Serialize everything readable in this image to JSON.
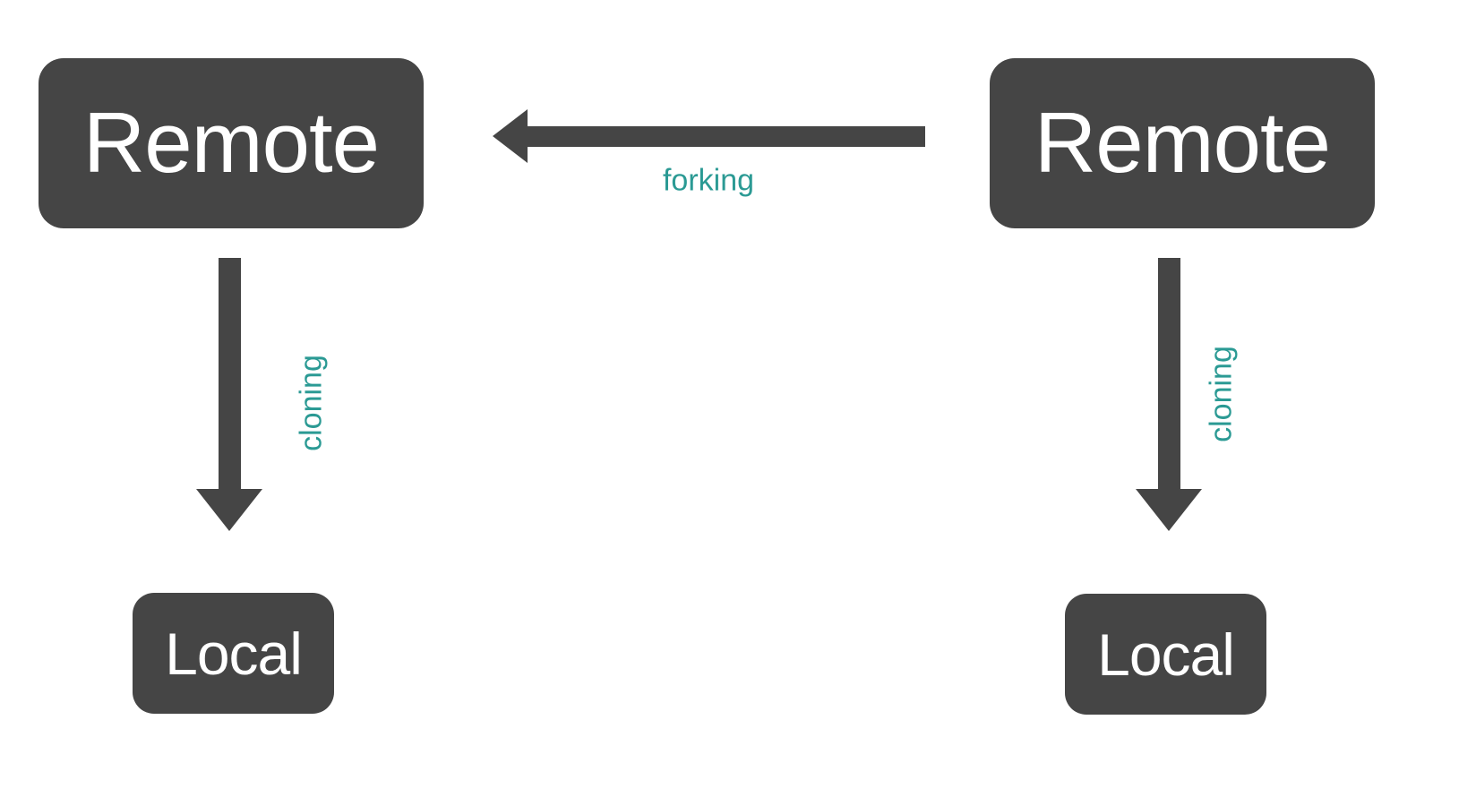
{
  "colors": {
    "background": "#ffffff",
    "node_fill": "#454545",
    "node_text": "#ffffff",
    "arrow": "#454545",
    "edge_label": "#2b9a94"
  },
  "nodes": {
    "remote_left": {
      "label": "Remote"
    },
    "remote_right": {
      "label": "Remote"
    },
    "local_left": {
      "label": "Local"
    },
    "local_right": {
      "label": "Local"
    }
  },
  "edges": {
    "forking": {
      "label": "forking",
      "direction": "left"
    },
    "cloning_left": {
      "label": "cloning",
      "direction": "down"
    },
    "cloning_right": {
      "label": "cloning",
      "direction": "down"
    }
  }
}
